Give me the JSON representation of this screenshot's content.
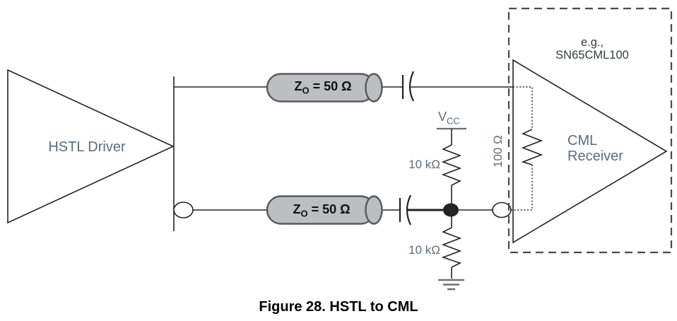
{
  "colors": {
    "line": "#232323",
    "label_blue": "#56707f",
    "note_dark": "#363b3e",
    "cylinder_fill": "#bcbec0",
    "cylinder_stroke": "#58595b",
    "ground_gray": "#6d6e71",
    "dash_gray": "#4a4a4a"
  },
  "driver": {
    "label": "HSTL Driver"
  },
  "transmission_lines": [
    {
      "symbol": "Z",
      "subscript": "O",
      "value": " = 50 Ω"
    },
    {
      "symbol": "Z",
      "subscript": "O",
      "value": " = 50 Ω"
    }
  ],
  "supply": {
    "name": "V",
    "subscript": "CC"
  },
  "resistors": {
    "pullup": "10 kΩ",
    "pulldown": "10 kΩ",
    "termination": "100 Ω"
  },
  "receiver": {
    "note_line1": "e.g.,",
    "note_line2": "SN65CML100",
    "label_line1": "CML",
    "label_line2": "Receiver"
  },
  "caption": "Figure 28. HSTL to CML"
}
